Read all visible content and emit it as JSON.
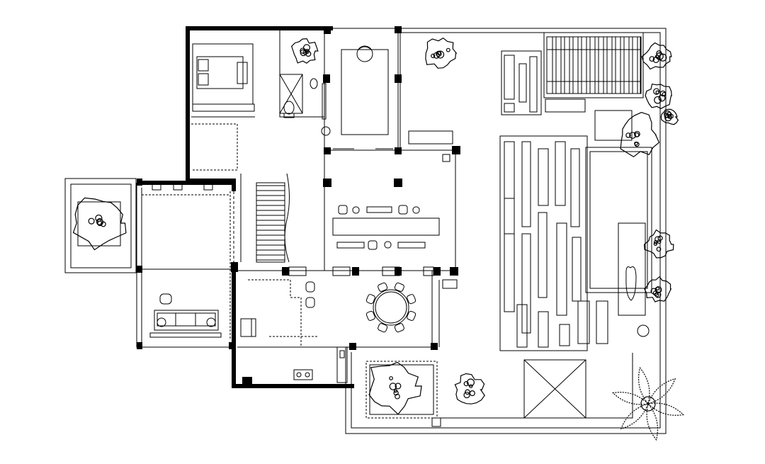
{
  "drawing": {
    "type": "architectural floor plan",
    "text_labels": []
  },
  "colors": {
    "line": "#000000",
    "background": "#ffffff"
  },
  "elements": [
    "bedroom-bed",
    "bathroom-toilet",
    "bathroom-sink",
    "study-desk",
    "staircase",
    "long-table",
    "round-dining-table",
    "sofa",
    "kitchen-counter",
    "pergola",
    "reflecting-pool",
    "garden-beds",
    "skylight-box",
    "planters",
    "trees",
    "car-symbol"
  ]
}
